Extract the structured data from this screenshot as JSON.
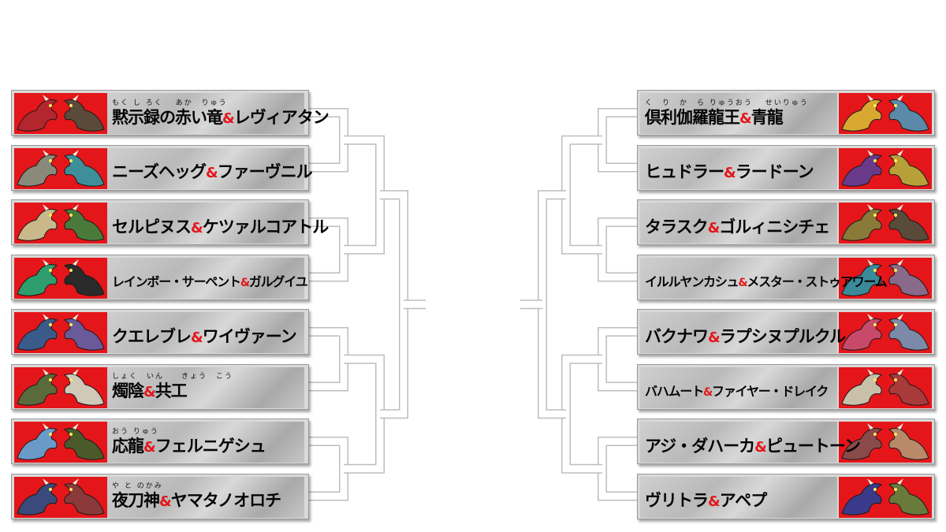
{
  "left": [
    {
      "ruby": "もく し ろく　 あか　りゅう",
      "a": "黙示録の赤い竜",
      "amp": "&",
      "b": "レヴィアタン",
      "colors": [
        "#b3262e",
        "#5a4a3a"
      ]
    },
    {
      "ruby": "",
      "a": "ニーズヘッグ",
      "amp": "&",
      "b": "ファーヴニル",
      "colors": [
        "#8a8a7a",
        "#3e8f9a"
      ]
    },
    {
      "ruby": "",
      "a": "セルピヌス",
      "amp": "&",
      "b": "ケツァルコアトル",
      "colors": [
        "#c9b98a",
        "#4a7a3a"
      ]
    },
    {
      "ruby": "",
      "a": "レインボー・サーペント",
      "amp": "&",
      "b": "ガルグイユ",
      "colors": [
        "#2f9e6e",
        "#2a2a2a"
      ]
    },
    {
      "ruby": "",
      "a": "クエレブレ",
      "amp": "&",
      "b": "ワイヴァーン",
      "colors": [
        "#3a5a8a",
        "#6a5a9a"
      ]
    },
    {
      "ruby": "しょく　いん　　きょう　こう",
      "a": "燭陰",
      "amp": "&",
      "b": "共工",
      "colors": [
        "#5a6a3a",
        "#d0c8b8"
      ]
    },
    {
      "ruby": "おう りゅう",
      "a": "応龍",
      "amp": "&",
      "b": "フェルニゲシュ",
      "colors": [
        "#6a9ac8",
        "#4a5a2a"
      ]
    },
    {
      "ruby": "や と のかみ",
      "a": "夜刀神",
      "amp": "&",
      "b": "ヤマタノオロチ",
      "colors": [
        "#3a4a7a",
        "#8a3a3a"
      ]
    }
  ],
  "right": [
    {
      "ruby": "く　り　か　ら りゅうおう　 せいりゅう",
      "a": "倶利伽羅龍王",
      "amp": "&",
      "b": "青龍",
      "colors": [
        "#d8a830",
        "#5a8aa8"
      ]
    },
    {
      "ruby": "",
      "a": "ヒュドラー",
      "amp": "&",
      "b": "ラードーン",
      "colors": [
        "#6a3a8a",
        "#b8a038"
      ]
    },
    {
      "ruby": "",
      "a": "タラスク",
      "amp": "&",
      "b": "ゴルィニシチェ",
      "colors": [
        "#8a7a3a",
        "#5a4a3a"
      ]
    },
    {
      "ruby": "",
      "a": "イルルヤンカシュ",
      "amp": "&",
      "b": "メスター・ストゥアワーム",
      "colors": [
        "#3a8a9a",
        "#8a6a8a"
      ]
    },
    {
      "ruby": "",
      "a": "バクナワ",
      "amp": "&",
      "b": "ラプシヌプルクル",
      "colors": [
        "#c84a6a",
        "#7a8aa8"
      ]
    },
    {
      "ruby": "",
      "a": "バハムート",
      "amp": "&",
      "b": "ファイヤー・ドレイク",
      "colors": [
        "#c8c0a8",
        "#a83a3a"
      ]
    },
    {
      "ruby": "",
      "a": "アジ・ダハーカ",
      "amp": "&",
      "b": "ピュートーン",
      "colors": [
        "#8a4a4a",
        "#b88a6a"
      ]
    },
    {
      "ruby": "",
      "a": "ヴリトラ",
      "amp": "&",
      "b": "アペプ",
      "colors": [
        "#3a3a8a",
        "#6a7a3a"
      ]
    }
  ]
}
